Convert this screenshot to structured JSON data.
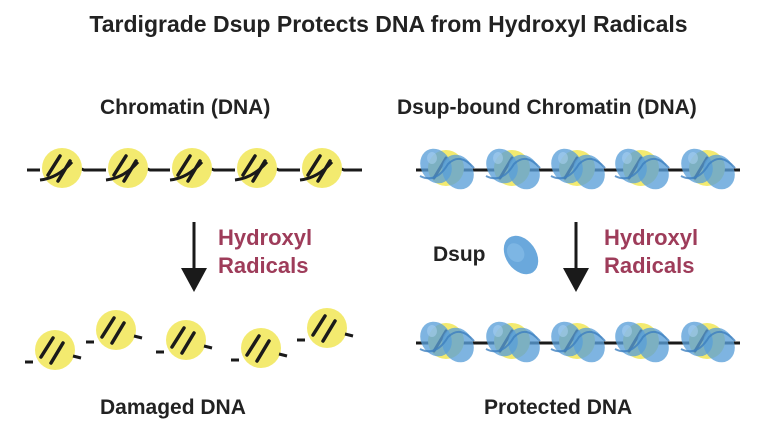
{
  "title": "Tardigrade Dsup Protects DNA from Hydroxyl Radicals",
  "left_panel": {
    "heading": "Chromatin (DNA)",
    "treatment_line1": "Hydroxyl",
    "treatment_line2": "Radicals",
    "caption": "Damaged DNA"
  },
  "right_panel": {
    "heading": "Dsup-bound Chromatin (DNA)",
    "protein_label": "Dsup",
    "treatment_line1": "Hydroxyl",
    "treatment_line2": "Radicals",
    "caption": "Protected DNA"
  },
  "colors": {
    "nucleosome": "#f3ea6f",
    "dsup_protein": "#5a9fd8",
    "radicals_text": "#9e3c5a",
    "dna_line": "#1a1a1a"
  }
}
